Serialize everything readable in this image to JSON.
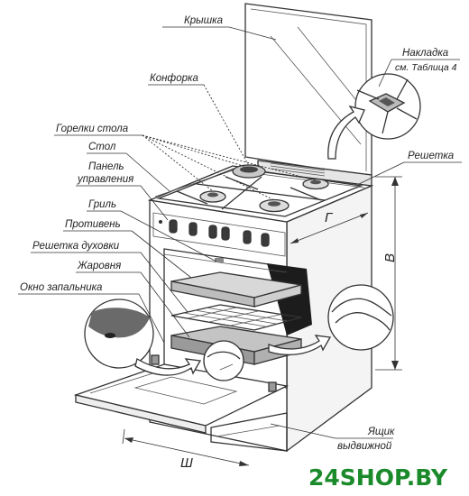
{
  "labels": {
    "lid": "Крышка",
    "burner_cap": "Конфорка",
    "overlay": "Накладка",
    "overlay_ref": "см. Таблица 4",
    "table_burners": "Горелки стола",
    "grate": "Решетка",
    "table": "Стол",
    "panel_line1": "Панель",
    "panel_line2": "управления",
    "grill": "Гриль",
    "tray": "Противень",
    "oven_rack": "Решетка духовки",
    "roaster": "Жаровня",
    "igniter_window": "Окно запальника",
    "drawer_line1": "Ящик",
    "drawer_line2": "выдвижной"
  },
  "dimensions": {
    "depth": "Г",
    "height": "В",
    "width": "Ш"
  },
  "watermark": "24SHOP.BY",
  "colors": {
    "line": "#333333",
    "brand": "#1a8a2a",
    "shade": "#6a6a6a",
    "dark_door_seal": "#1c1c1c"
  }
}
